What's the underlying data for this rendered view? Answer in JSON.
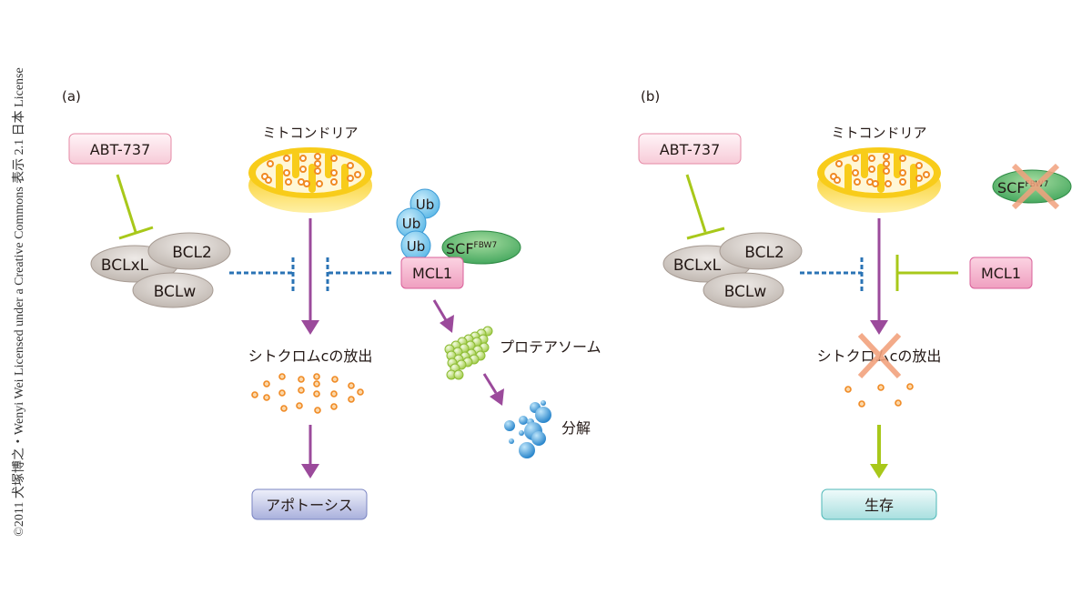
{
  "credit": "©2011 犬塚博之・Wenyi Wei Licensed under a Creative Commons 表示 2.1 日本 License",
  "colors": {
    "inhibit_green": "#a8c81a",
    "arrow_purple": "#9b4a9b",
    "dashed_blue": "#2a73b5",
    "drug_box_fill": "#fbe3ea",
    "drug_box_stroke": "#e58aa6",
    "mcl1_fill": "#f5b6cf",
    "bcl_fill": "#d6cfca",
    "ub_fill": "#8fd3f3",
    "scf_fill": "#5cb85c",
    "cross_salmon": "#f2a27e",
    "apoptosis_fill": "#c6cbe8",
    "survival_fill": "#c9ecec",
    "mito_yellow": "#f8cc1a",
    "cytc_orange": "#f08a24"
  },
  "panel_a": {
    "label": "(a)",
    "drug": "ABT-737",
    "mitochondria": "ミトコンドリア",
    "bcl": [
      "BCLxL",
      "BCL2",
      "BCLw"
    ],
    "ub": [
      "Ub",
      "Ub",
      "Ub"
    ],
    "scf": "SCF",
    "scf_sup": "FBW7",
    "mcl1": "MCL1",
    "cytc_release": "シトクロムcの放出",
    "proteasome": "プロテアソーム",
    "degradation": "分解",
    "outcome": "アポトーシス"
  },
  "panel_b": {
    "label": "(b)",
    "drug": "ABT-737",
    "mitochondria": "ミトコンドリア",
    "bcl": [
      "BCLxL",
      "BCL2",
      "BCLw"
    ],
    "scf": "SCF",
    "scf_sup": "FBW7",
    "mcl1": "MCL1",
    "cytc_release": "シトクロムcの放出",
    "outcome": "生存"
  }
}
